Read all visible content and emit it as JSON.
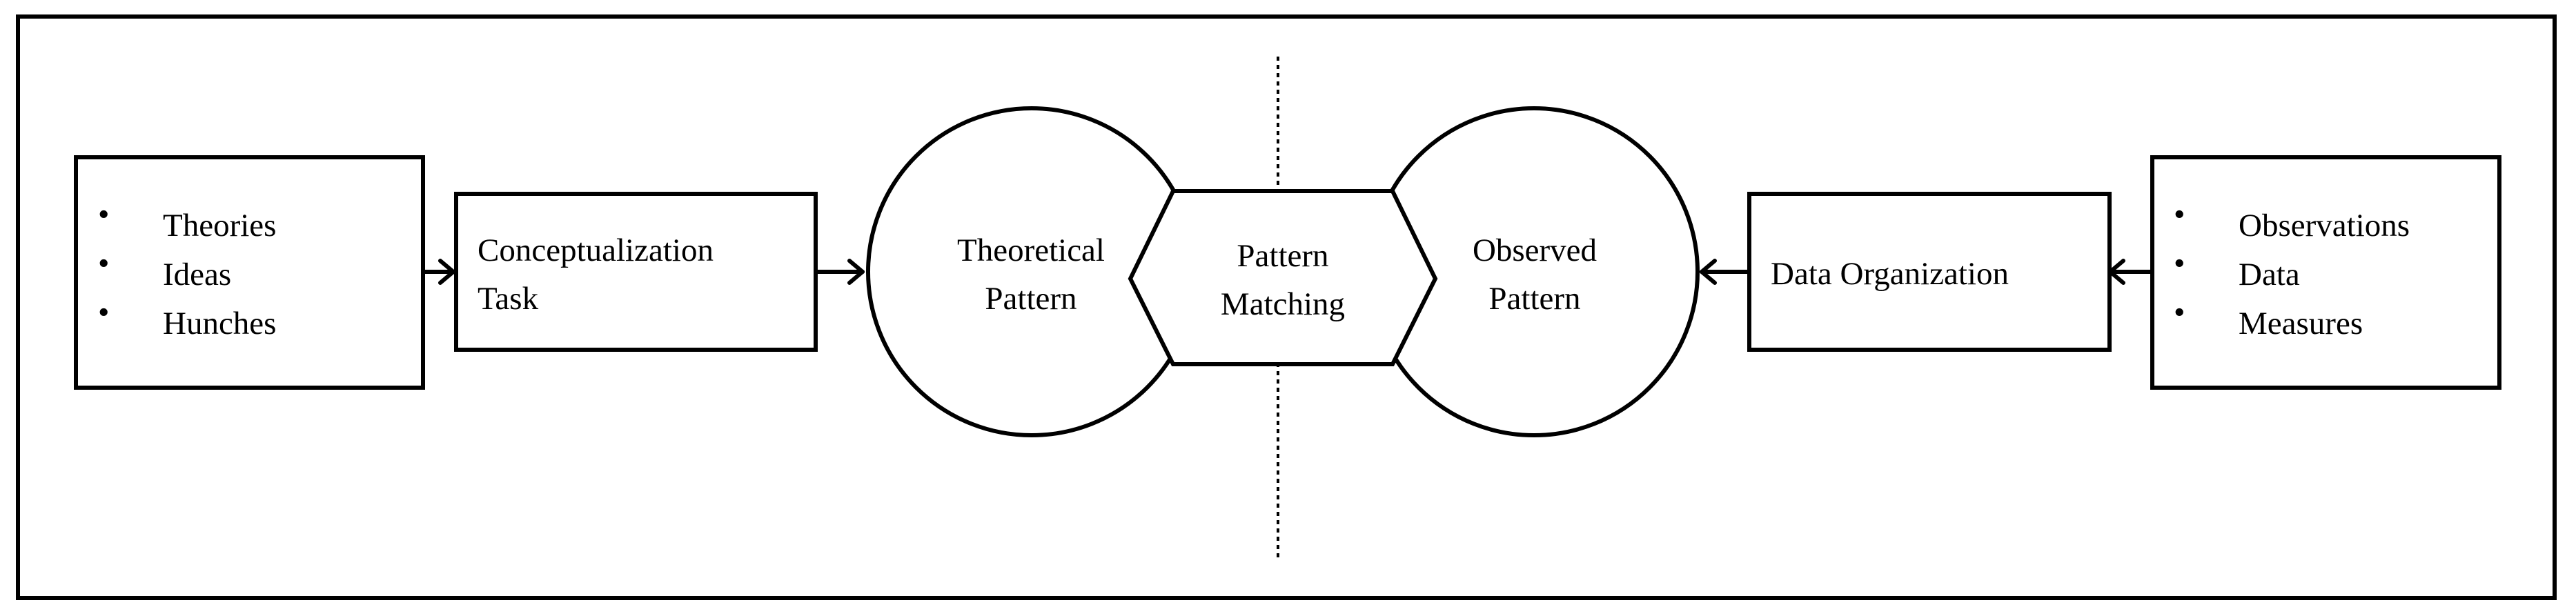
{
  "diagram": {
    "left_list": {
      "items": [
        "Theories",
        "Ideas",
        "Hunches"
      ]
    },
    "conceptualization": {
      "lines": [
        "Conceptualization",
        "Task"
      ]
    },
    "theoretical_pattern": {
      "lines": [
        "Theoretical",
        "Pattern"
      ]
    },
    "pattern_matching": {
      "lines": [
        "Pattern",
        "Matching"
      ]
    },
    "observed_pattern": {
      "lines": [
        "Observed",
        "Pattern"
      ]
    },
    "data_organization": {
      "label": "Data Organization"
    },
    "right_list": {
      "items": [
        "Observations",
        "Data",
        "Measures"
      ]
    },
    "bullet": "•"
  }
}
